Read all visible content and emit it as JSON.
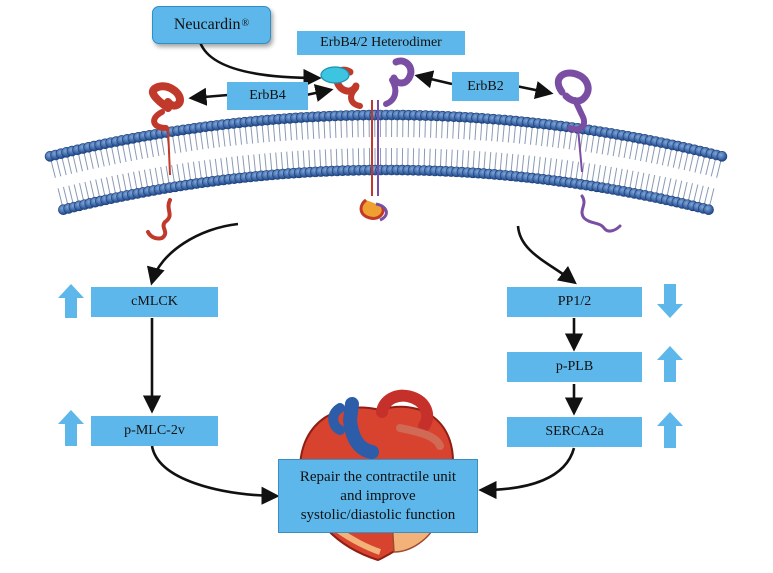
{
  "ligand": {
    "name": "Neucardin",
    "mark": "®"
  },
  "receptors": {
    "heterodimer": "ErbB4/2 Heterodimer",
    "erbb4": "ErbB4",
    "erbb2": "ErbB2"
  },
  "left_pathway": [
    {
      "label": "cMLCK",
      "change": "up"
    },
    {
      "label": "p-MLC-2v",
      "change": "up"
    }
  ],
  "right_pathway": [
    {
      "label": "PP1/2",
      "change": "down"
    },
    {
      "label": "p-PLB",
      "change": "up"
    },
    {
      "label": "SERCA2a",
      "change": "up"
    }
  ],
  "outcome": {
    "line1": "Repair the contractile unit",
    "line2": "and improve",
    "line3": "systolic/diastolic function"
  },
  "colors": {
    "box_fill": "#5db7ea",
    "indicator_arrow": "#5db7ea",
    "membrane_head": "#2f5fa8",
    "erbb4": "#c0392b",
    "erbb2": "#7a4fa3",
    "ligand_ellipse": "#3cc4e0"
  }
}
